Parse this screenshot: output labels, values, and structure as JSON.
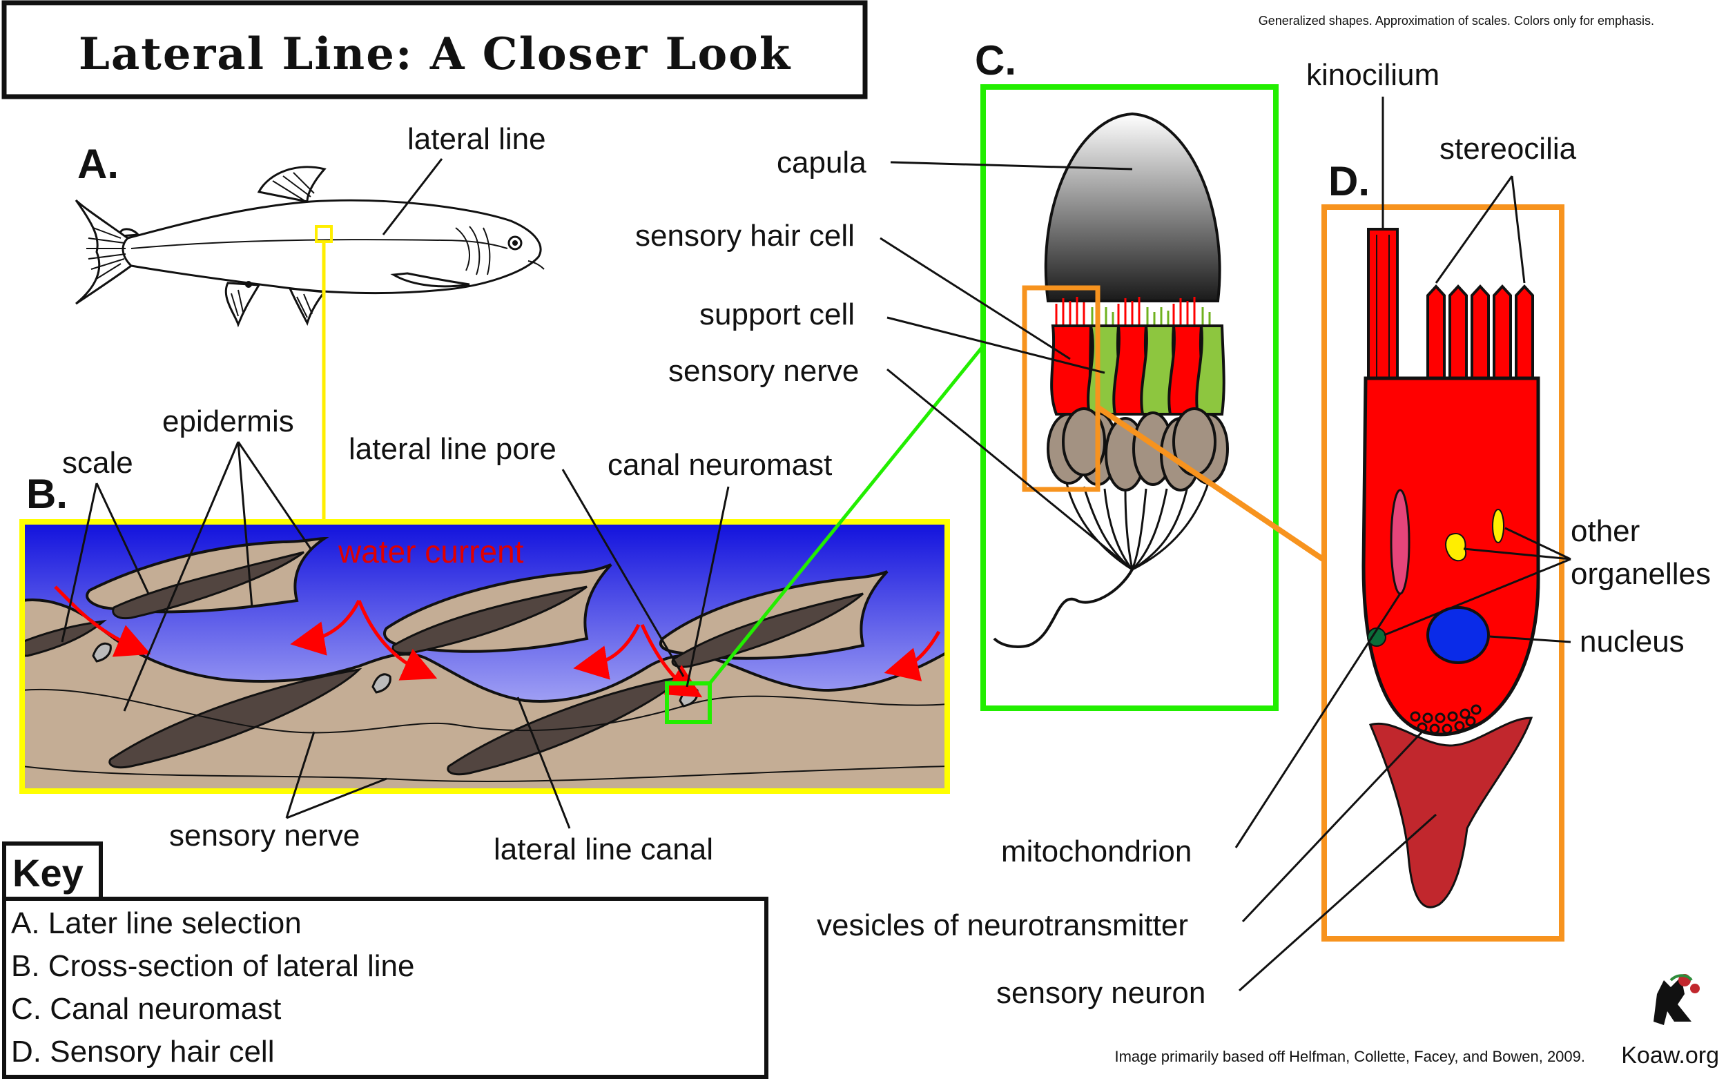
{
  "title": "Lateral Line: A Closer Look",
  "note": "Generalized shapes. Approximation of scales. Colors only for emphasis.",
  "citation": "Image primarily based off Helfman, Collette, Facey, and Bowen, 2009.",
  "site": "Koaw.org",
  "panels": {
    "a": "A.",
    "b": "B.",
    "c": "C.",
    "d": "D."
  },
  "labels": {
    "lateral_line": "lateral line",
    "scale": "scale",
    "epidermis": "epidermis",
    "lateral_line_pore": "lateral line pore",
    "canal_neuromast": "canal neuromast",
    "water_current": "water current",
    "sensory_nerve_b": "sensory nerve",
    "lateral_line_canal": "lateral line canal",
    "capula": "capula",
    "sensory_hair_cell": "sensory hair cell",
    "support_cell": "support cell",
    "sensory_nerve_c": "sensory nerve",
    "kinocilium": "kinocilium",
    "stereocilia": "stereocilia",
    "other_organelles_1": "other",
    "other_organelles_2": "organelles",
    "nucleus": "nucleus",
    "mitochondrion": "mitochondrion",
    "vesicles": "vesicles of neurotransmitter",
    "sensory_neuron": "sensory neuron"
  },
  "key": {
    "heading": "Key",
    "items": [
      "A. Later line selection",
      "B. Cross-section of lateral line",
      "C. Canal neuromast",
      "D. Sensory hair cell"
    ]
  },
  "colors": {
    "panel_b_frame": "#ffff00",
    "panel_c_frame": "#22ee00",
    "panel_d_frame": "#f7931e",
    "hair_cell": "#ff0000",
    "support_cell": "#8dc63f",
    "neuron": "#c1272d",
    "water_top": "#1a1aee",
    "tissue": "#c4ad95",
    "scale_dark": "#524540"
  }
}
